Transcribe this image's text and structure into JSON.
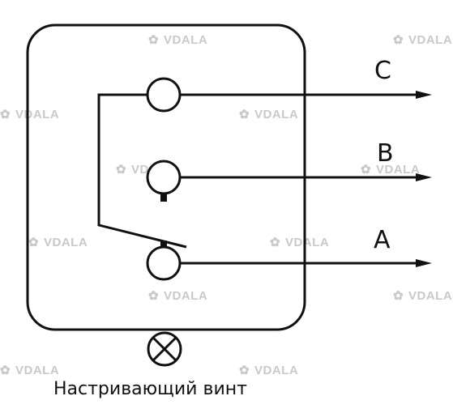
{
  "terminals": {
    "c_label": "C",
    "b_label": "B",
    "a_label": "A"
  },
  "caption": "Настриваю­щий винт",
  "watermark": {
    "text": "VDALA",
    "logo_icon": "clover-icon",
    "color": "#c9c9c9"
  },
  "colors": {
    "stroke": "#111111",
    "background": "#ffffff"
  }
}
